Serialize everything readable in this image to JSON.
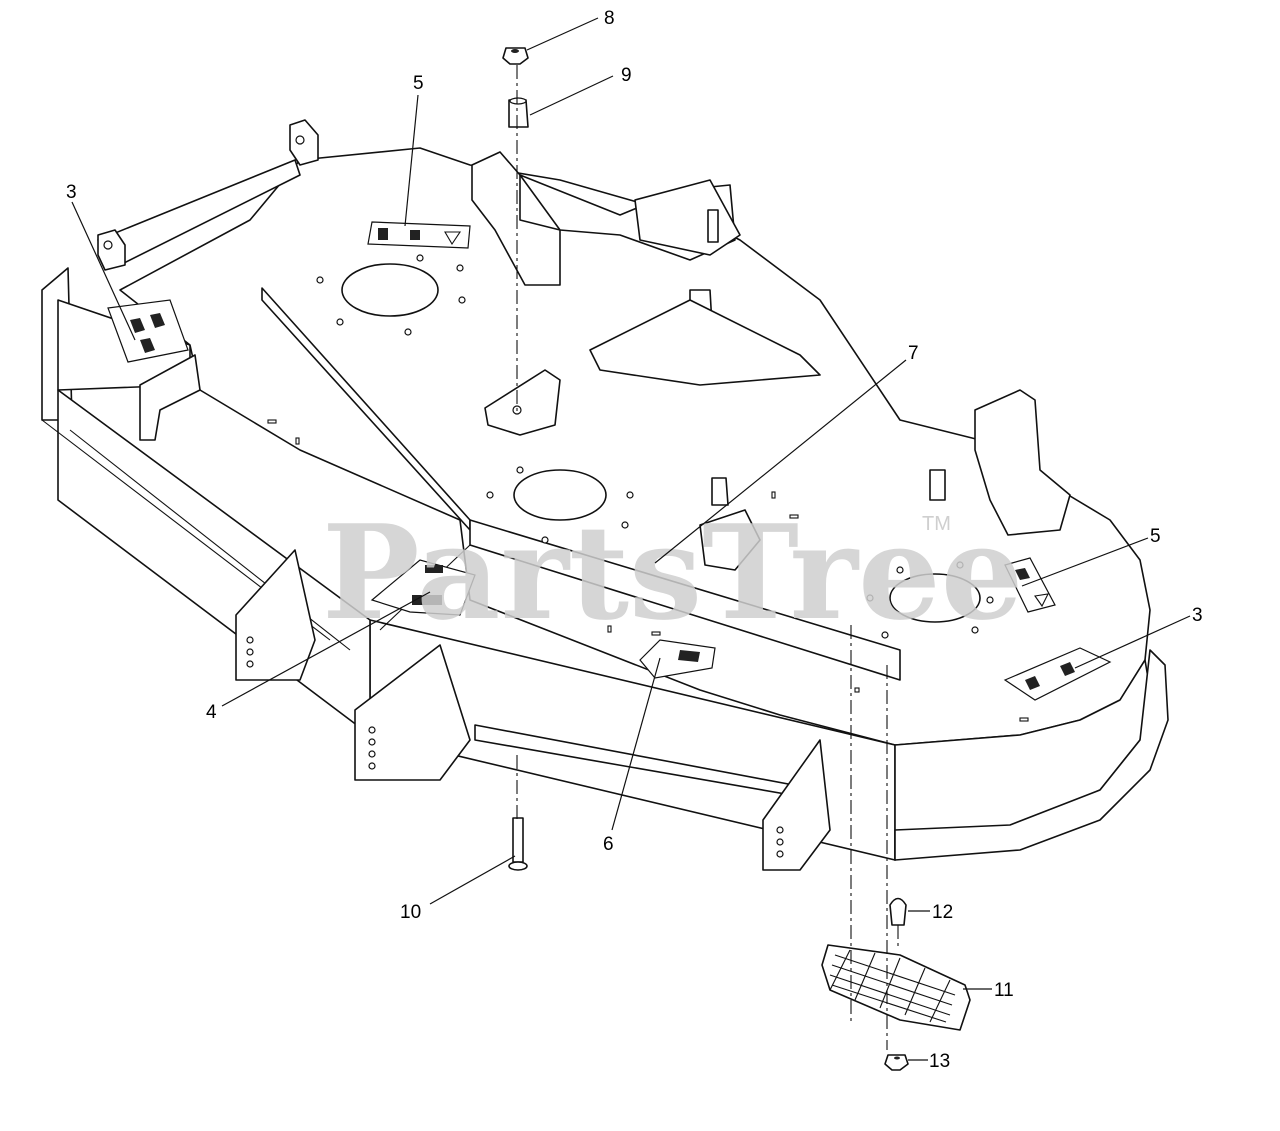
{
  "watermark": {
    "text": "PartsTree",
    "trademark": "TM"
  },
  "callouts": [
    {
      "id": "c8",
      "label": "8"
    },
    {
      "id": "c9",
      "label": "9"
    },
    {
      "id": "c5a",
      "label": "5"
    },
    {
      "id": "c3a",
      "label": "3"
    },
    {
      "id": "c7",
      "label": "7"
    },
    {
      "id": "c5b",
      "label": "5"
    },
    {
      "id": "c3b",
      "label": "3"
    },
    {
      "id": "c4",
      "label": "4"
    },
    {
      "id": "c6",
      "label": "6"
    },
    {
      "id": "c10",
      "label": "10"
    },
    {
      "id": "c12",
      "label": "12"
    },
    {
      "id": "c11",
      "label": "11"
    },
    {
      "id": "c13",
      "label": "13"
    }
  ]
}
